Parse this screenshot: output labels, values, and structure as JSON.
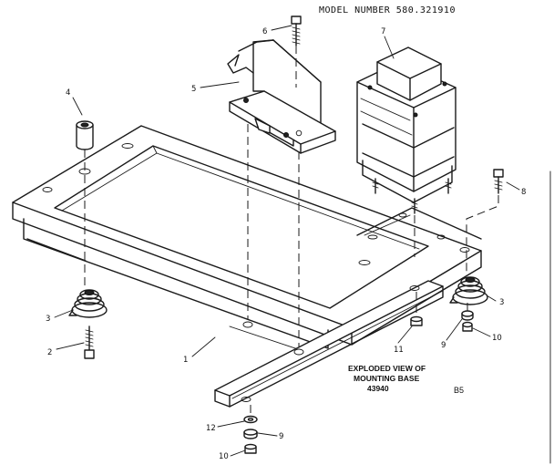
{
  "header": {
    "model_text": "MODEL NUMBER 580.321910"
  },
  "caption": {
    "line1": "EXPLODED VIEW OF",
    "line2": "MOUNTING BASE",
    "drawing_no": "43940"
  },
  "section_code": "B5",
  "callouts": {
    "c1": "1",
    "c2": "2",
    "c3_left": "3",
    "c3_right": "3",
    "c4": "4",
    "c5": "5",
    "c6": "6",
    "c7": "7",
    "c8": "8",
    "c9_bottom": "9",
    "c9_right": "9",
    "c10_bottom": "10",
    "c10_right": "10",
    "c11": "11",
    "c12": "12"
  }
}
